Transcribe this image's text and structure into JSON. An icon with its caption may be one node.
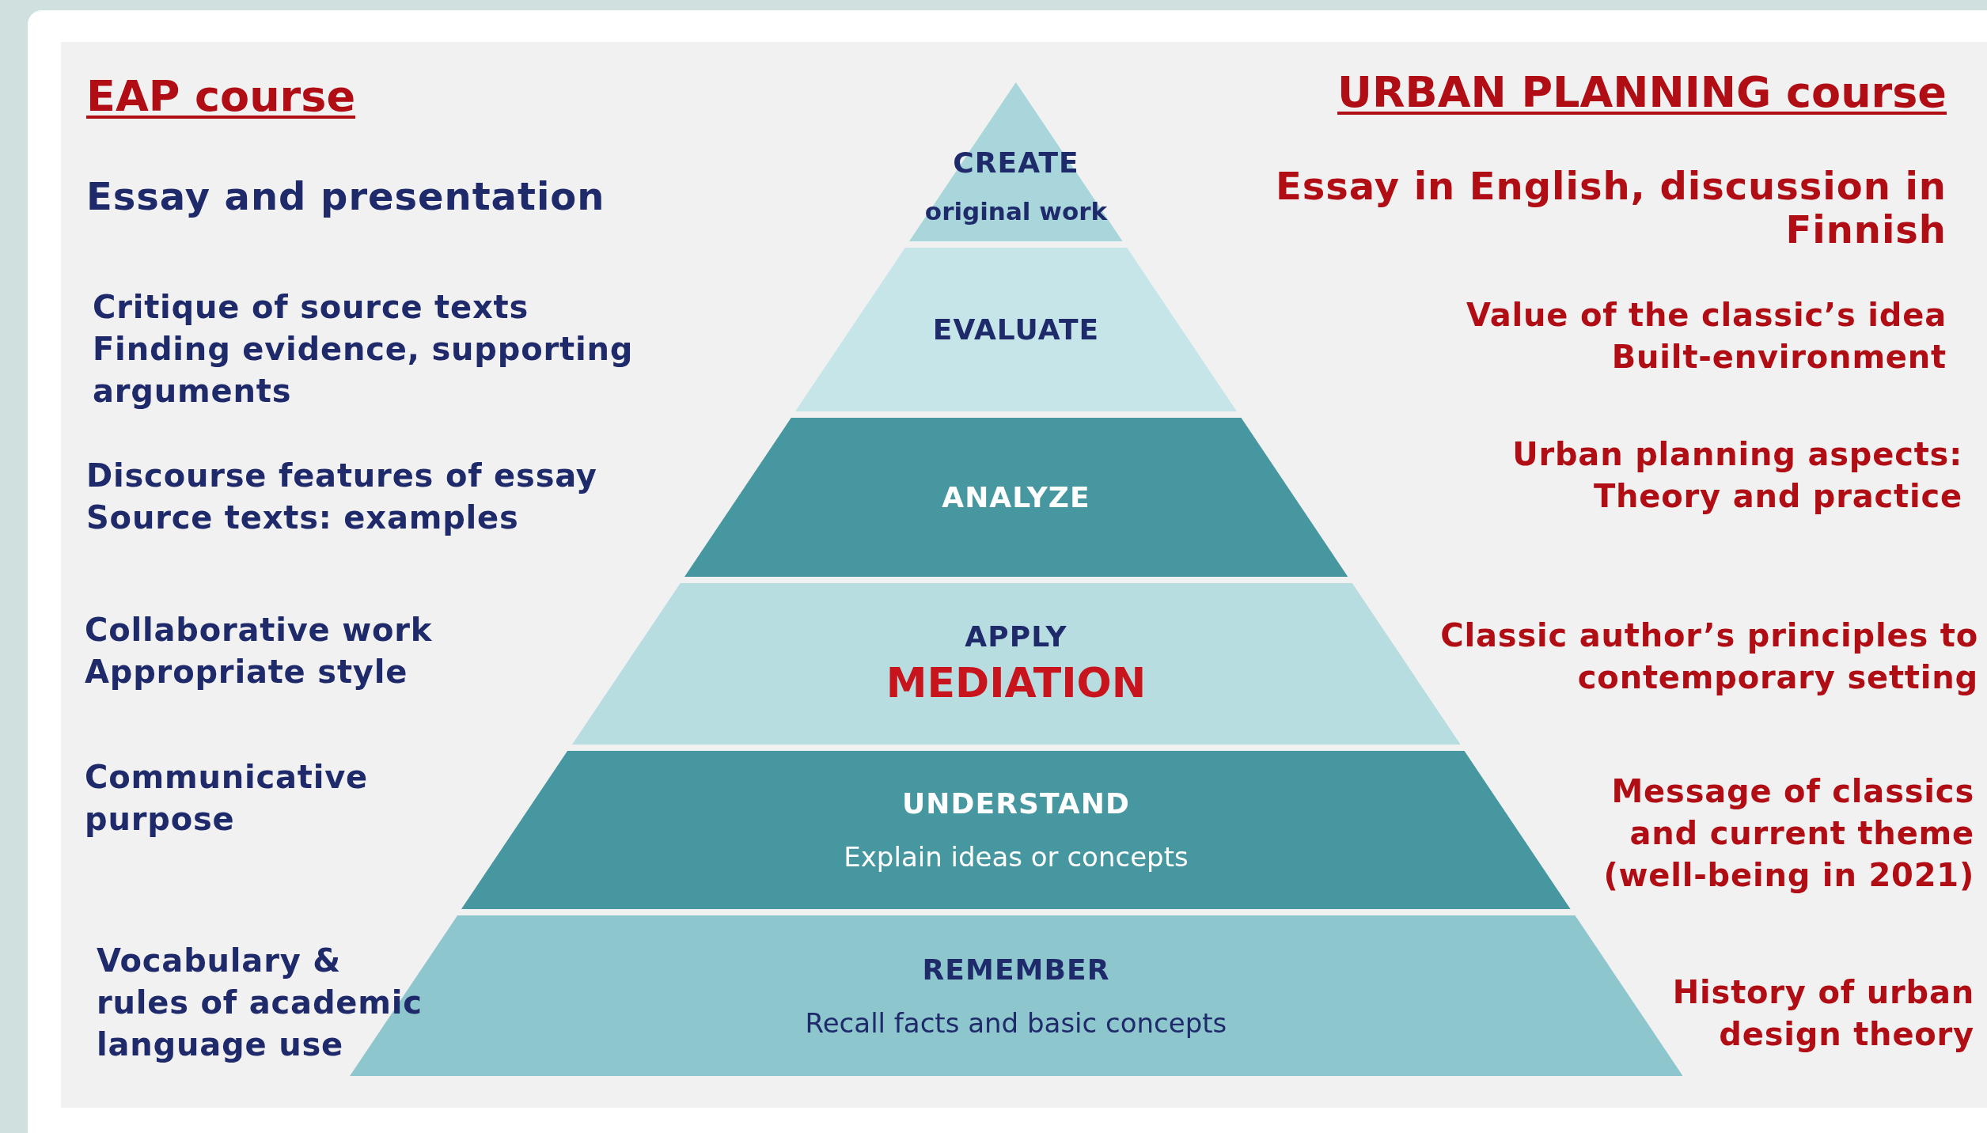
{
  "diagram": {
    "nodes": [
      {
        "text": [
          "CREATE",
          "original work"
        ]
      },
      {
        "text": [
          "EVALUATE"
        ]
      },
      {
        "text": [
          "ANALYZE"
        ]
      },
      {
        "text": [
          "APPLY",
          "MEDIATION"
        ]
      },
      {
        "text": [
          "UNDERSTAND",
          "Explain ideas or concepts"
        ]
      },
      {
        "text": [
          "REMEMBER",
          "Recall facts and basic concepts"
        ]
      }
    ],
    "labels": [
      "EAP course",
      "URBAN PLANNING course",
      "Essay and presentation",
      "Essay in English, discussion in Finnish",
      "Critique of source texts",
      "Finding evidence, supporting arguments",
      "Value of the classic’s idea",
      "Built-environment",
      "Discourse features of essay",
      "Source texts: examples",
      "Urban planning aspects:",
      "Theory and practice",
      "Collaborative work",
      "Appropriate style",
      "Classic author’s principles to contemporary setting",
      "Communicative purpose",
      "Message of classics and current theme (well-being in 2021)",
      "Vocabulary & rules of academic language use",
      "History of urban design theory"
    ]
  }
}
